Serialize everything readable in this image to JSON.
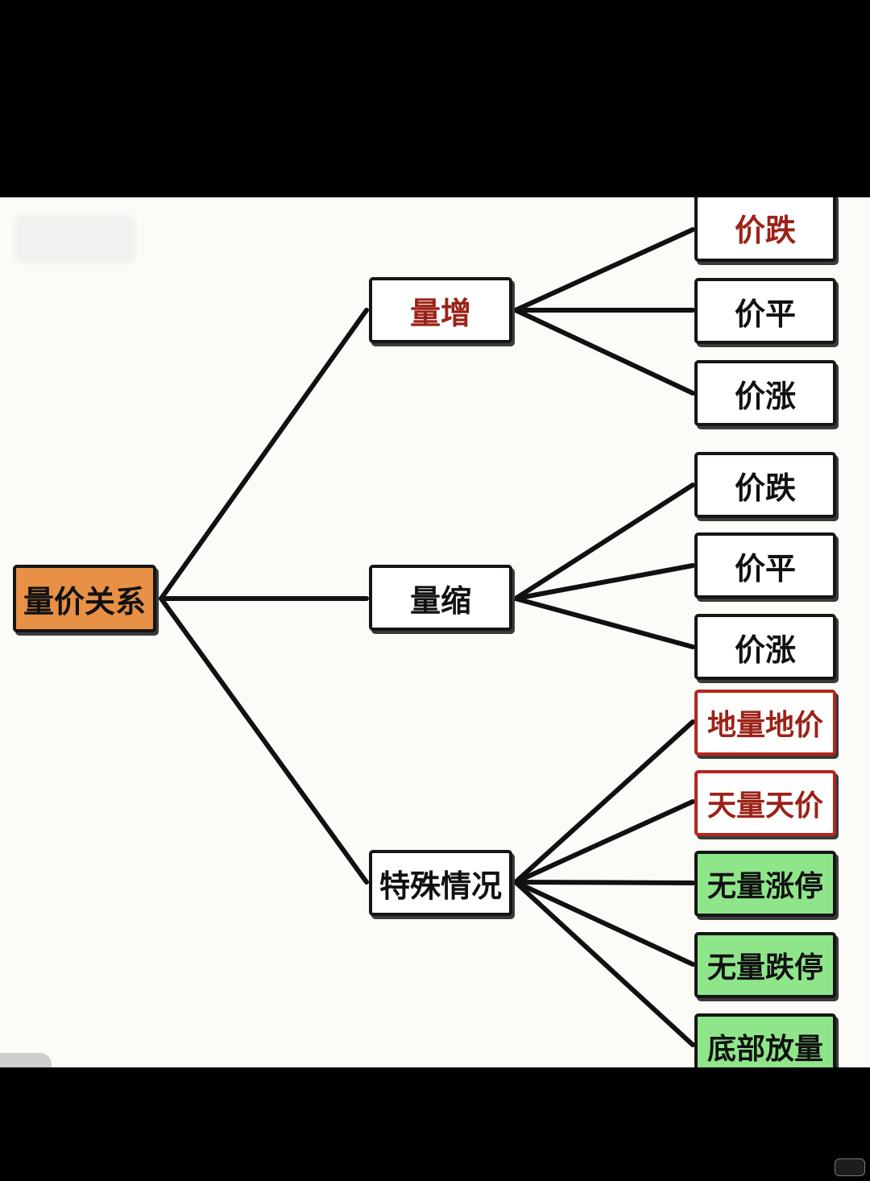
{
  "diagram": {
    "root": {
      "label": "量价关系",
      "fill": "#e79046"
    },
    "groups": [
      {
        "label": "量增",
        "text_color": "#9c2218",
        "children": [
          {
            "label": "价跌",
            "text_color": "#9c2218"
          },
          {
            "label": "价平"
          },
          {
            "label": "价涨"
          }
        ]
      },
      {
        "label": "量缩",
        "children": [
          {
            "label": "价跌"
          },
          {
            "label": "价平"
          },
          {
            "label": "价涨"
          }
        ]
      },
      {
        "label": "特殊情况",
        "children": [
          {
            "label": "地量地价",
            "text_color": "#9c2218",
            "border_color": "#b3261e"
          },
          {
            "label": "天量天价",
            "text_color": "#9c2218",
            "border_color": "#b3261e"
          },
          {
            "label": "无量涨停",
            "fill": "#8fe68a"
          },
          {
            "label": "无量跌停",
            "fill": "#8fe68a"
          },
          {
            "label": "底部放量",
            "fill": "#8fe68a"
          }
        ]
      }
    ]
  }
}
